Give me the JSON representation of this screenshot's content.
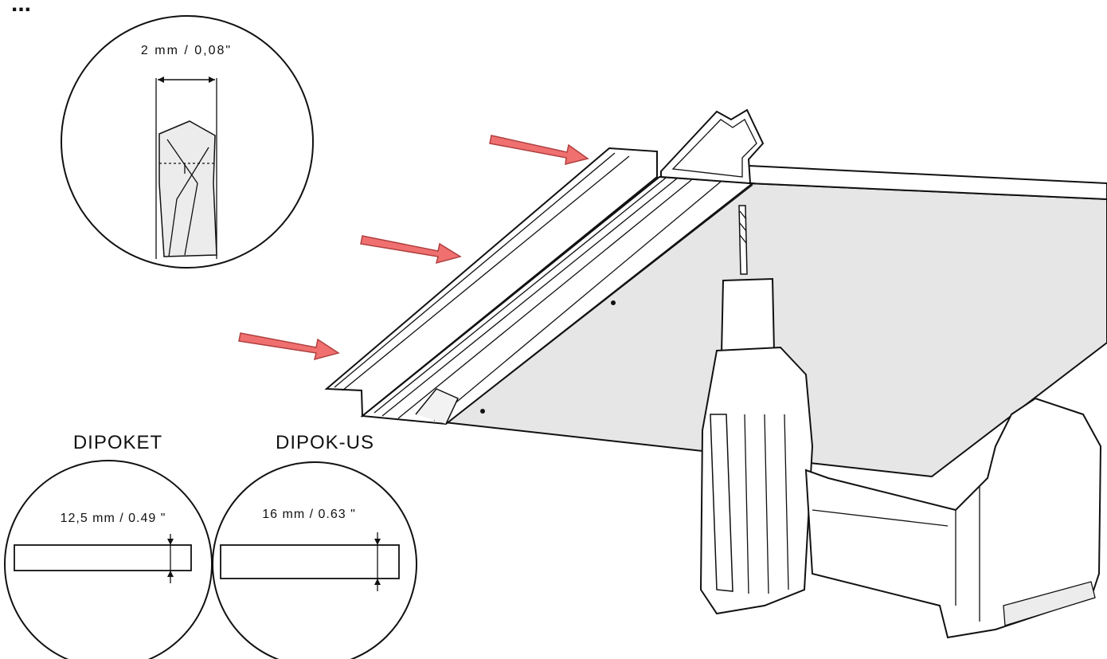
{
  "step_marker": "...",
  "drill_bit_detail": {
    "diameter_label": "2 mm / 0,08\""
  },
  "profiles": [
    {
      "name": "DIPOKET",
      "depth_label": "12,5 mm / 0.49 \""
    },
    {
      "name": "DIPOK-US",
      "depth_label": "16 mm / 0.63 \""
    }
  ],
  "colors": {
    "arrow_fill": "#f07070",
    "arrow_stroke": "#b04040",
    "panel_fill": "#e6e6e6",
    "line": "#111111"
  },
  "icons": [
    "arrow-right-icon",
    "arrow-right-icon",
    "arrow-right-icon",
    "cordless-drill-icon",
    "drill-bit-icon"
  ]
}
